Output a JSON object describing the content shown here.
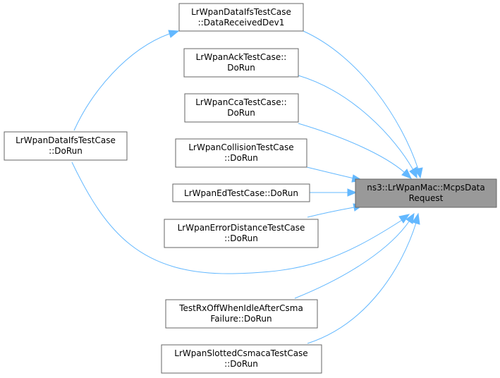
{
  "graph": {
    "target": {
      "line1": "ns3::LrWpanMac::McpsData",
      "line2": "Request"
    },
    "callers": {
      "data_received": {
        "line1": "LrWpanDataIfsTestCase",
        "line2": "::DataReceivedDev1"
      },
      "ack": {
        "line1": "LrWpanAckTestCase::",
        "line2": "DoRun"
      },
      "cca": {
        "line1": "LrWpanCcaTestCase::",
        "line2": "DoRun"
      },
      "data_ifs_dorun": {
        "line1": "LrWpanDataIfsTestCase",
        "line2": "::DoRun"
      },
      "collision": {
        "line1": "LrWpanCollisionTestCase",
        "line2": "::DoRun"
      },
      "ed": {
        "line1": "LrWpanEdTestCase::DoRun"
      },
      "error_distance": {
        "line1": "LrWpanErrorDistanceTestCase",
        "line2": "::DoRun"
      },
      "rx_off": {
        "line1": "TestRxOffWhenIdleAfterCsma",
        "line2": "Failure::DoRun"
      },
      "slotted": {
        "line1": "LrWpanSlottedCsmacaTestCase",
        "line2": "::DoRun"
      }
    },
    "colors": {
      "edge": "#63b8ff",
      "node_border": "#666666",
      "target_fill": "#999999",
      "node_fill": "#ffffff"
    }
  }
}
